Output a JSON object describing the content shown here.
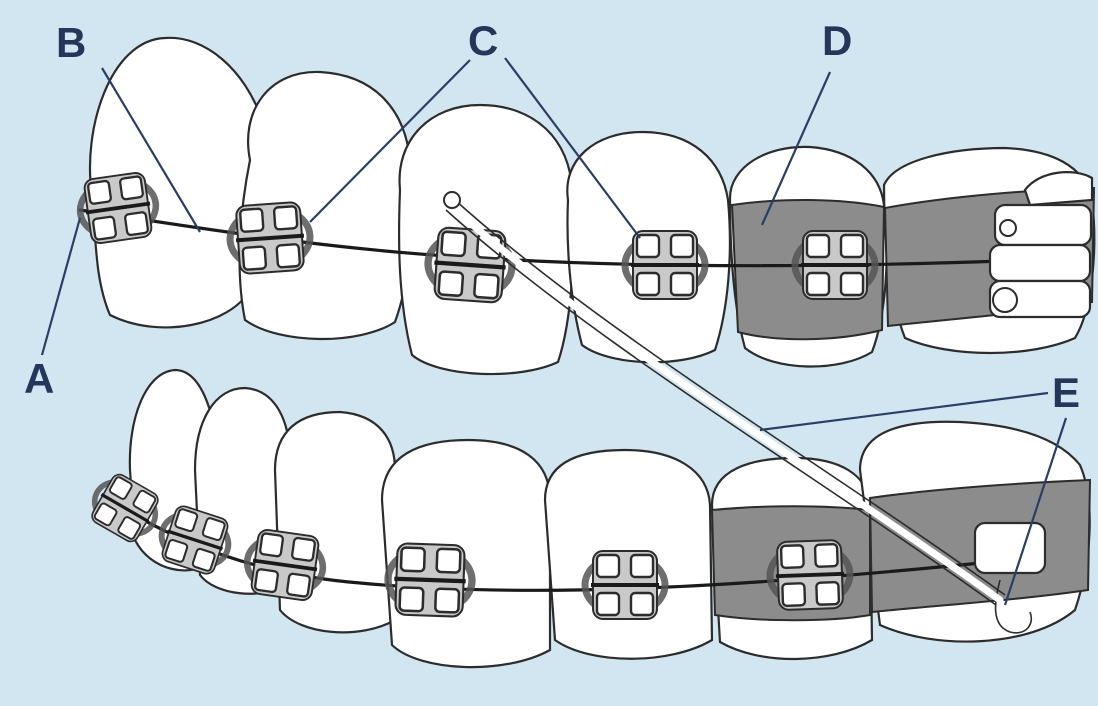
{
  "labels": {
    "a": "A",
    "b": "B",
    "c": "C",
    "d": "D",
    "e": "E"
  },
  "colors": {
    "background": "#d2e6f1",
    "label": "#243659",
    "band": "#8c8c8c",
    "wire": "#1a1a1a"
  }
}
